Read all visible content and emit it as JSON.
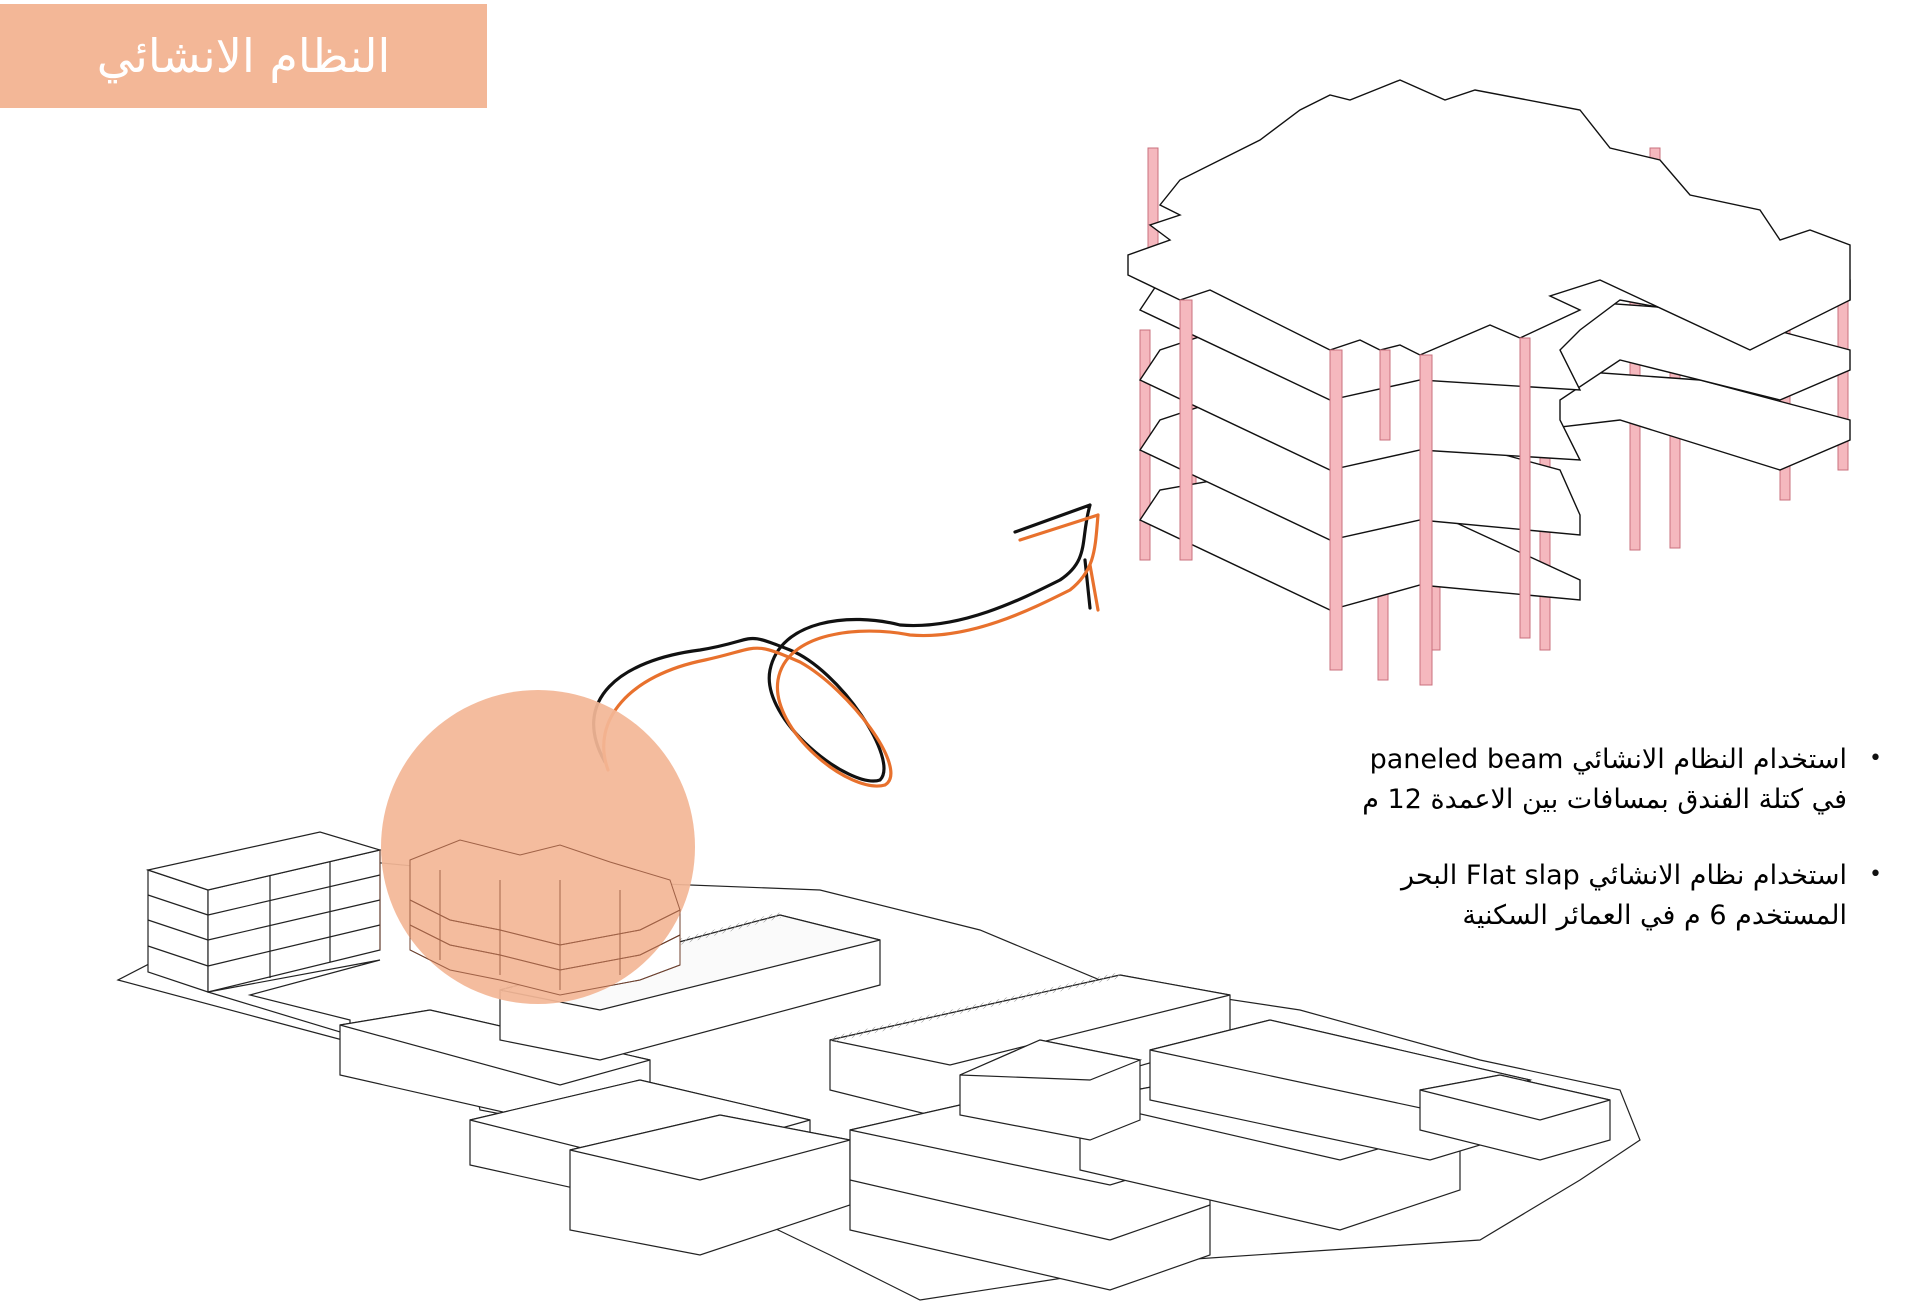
{
  "title": {
    "text": "النظام الانشائي",
    "bg_color": "#f3b797"
  },
  "bullets": [
    {
      "line1": "استخدام النظام الانشائي  paneled beam",
      "line2": "في كتلة الفندق بمسافات بين الاعمدة 12 م"
    },
    {
      "line1": "استخدام نظام الانشائي  Flat slap البحر",
      "line2": "المستخدم 6 م في العمائر السكنية"
    }
  ],
  "colors": {
    "column": "#f5b8be",
    "column_stroke": "#d87a86",
    "circle": "#f3b797",
    "arrow_black": "#111111",
    "arrow_orange": "#e8712d"
  }
}
